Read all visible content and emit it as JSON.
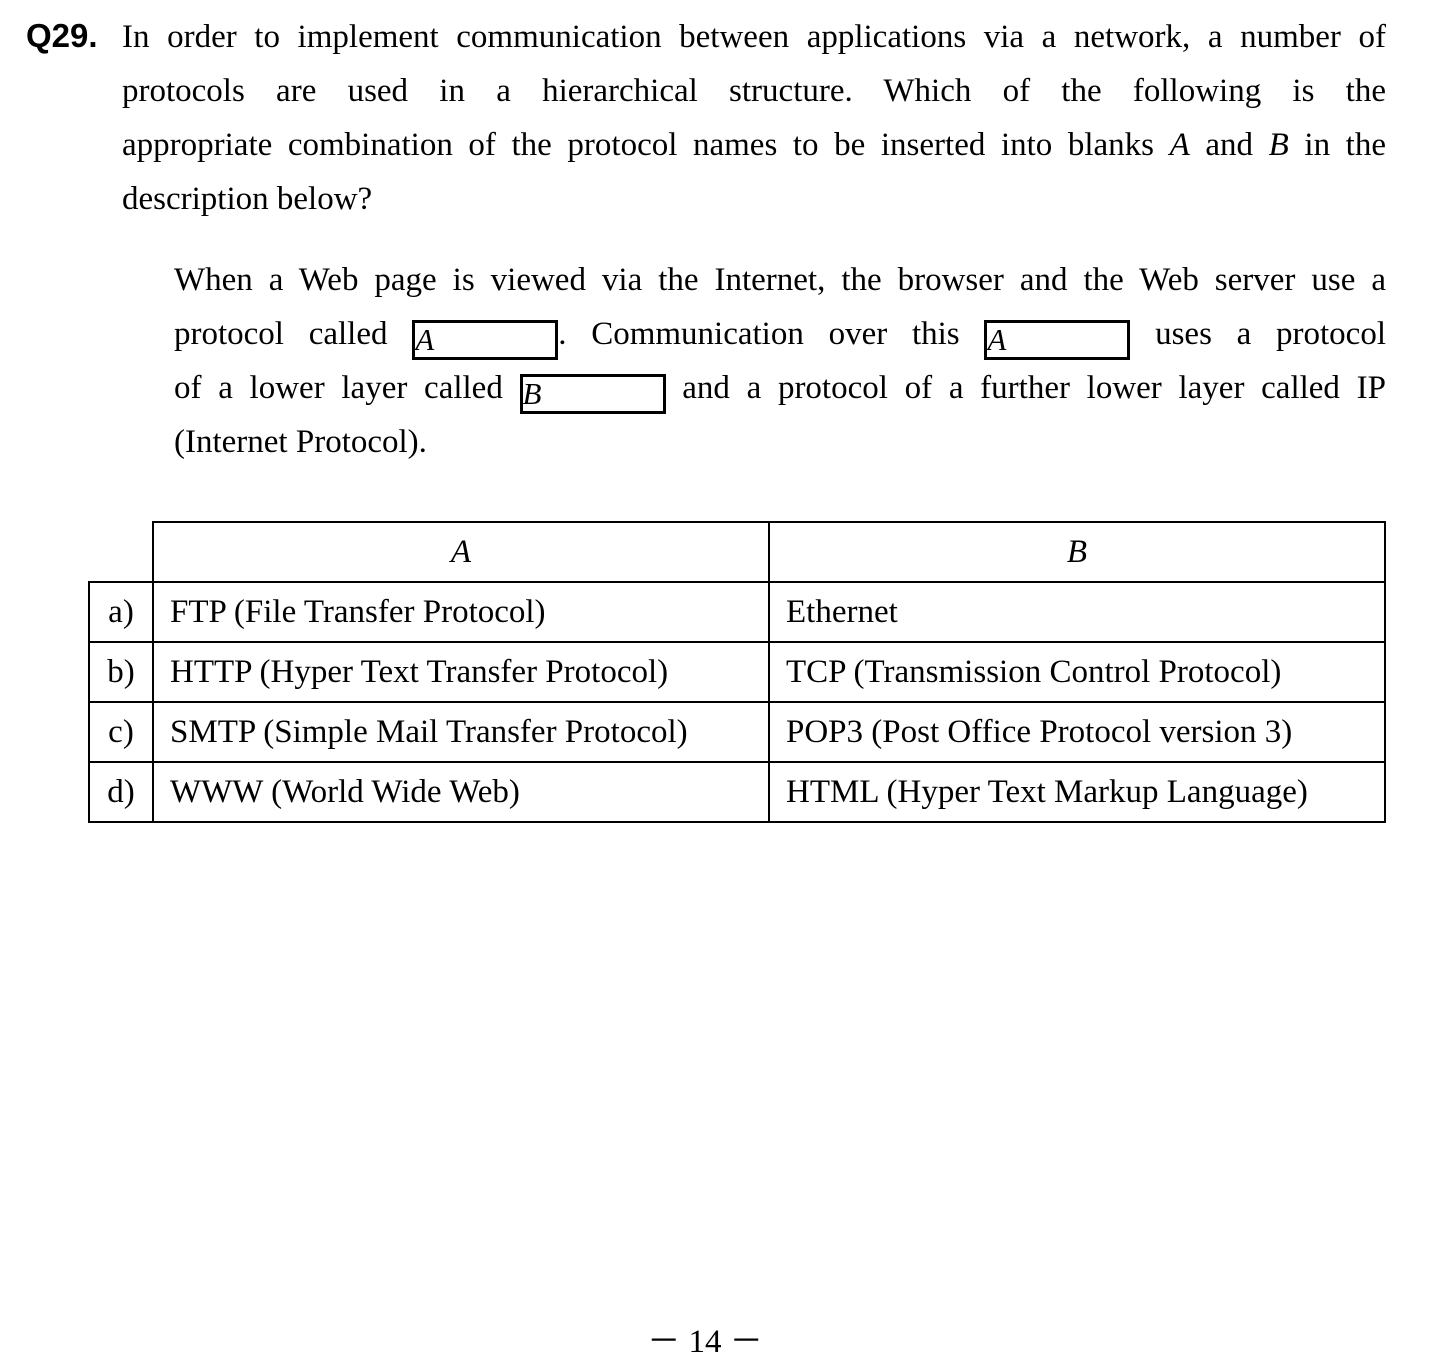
{
  "question": {
    "number": "Q29.",
    "line1": "In order to implement communication between applications via a network, a number of",
    "line2": "protocols are used in a hierarchical structure.  Which of the following is the",
    "line3_a": "appropriate combination of the protocol names to be inserted into blanks ",
    "blank_a": "A",
    "line3_b": " and ",
    "blank_b": "B",
    "line3_c": " in the",
    "line4": "description below?"
  },
  "description": {
    "line1": "When a Web page is viewed via the Internet, the browser and the Web server use a",
    "line2_a": "protocol called ",
    "line2_b": ".  Communication over this ",
    "line2_c": " uses a protocol",
    "line3_a": "of a lower layer called ",
    "line3_b": " and a protocol of a further lower layer called IP",
    "line4": "(Internet Protocol).",
    "blank_a_label": "A",
    "blank_b_label": "B"
  },
  "table": {
    "headers": [
      "A",
      "B"
    ],
    "rows": [
      {
        "letter": "a)",
        "a": "FTP (File Transfer Protocol)",
        "b": "Ethernet"
      },
      {
        "letter": "b)",
        "a": "HTTP (Hyper Text Transfer Protocol)",
        "b": "TCP (Transmission Control Protocol)"
      },
      {
        "letter": "c)",
        "a": "SMTP (Simple Mail Transfer Protocol)",
        "b": "POP3 (Post Office Protocol version 3)"
      },
      {
        "letter": "d)",
        "a": "WWW (World Wide Web)",
        "b": "HTML (Hyper Text Markup Language)"
      }
    ]
  },
  "page_number": "－ 14 －"
}
